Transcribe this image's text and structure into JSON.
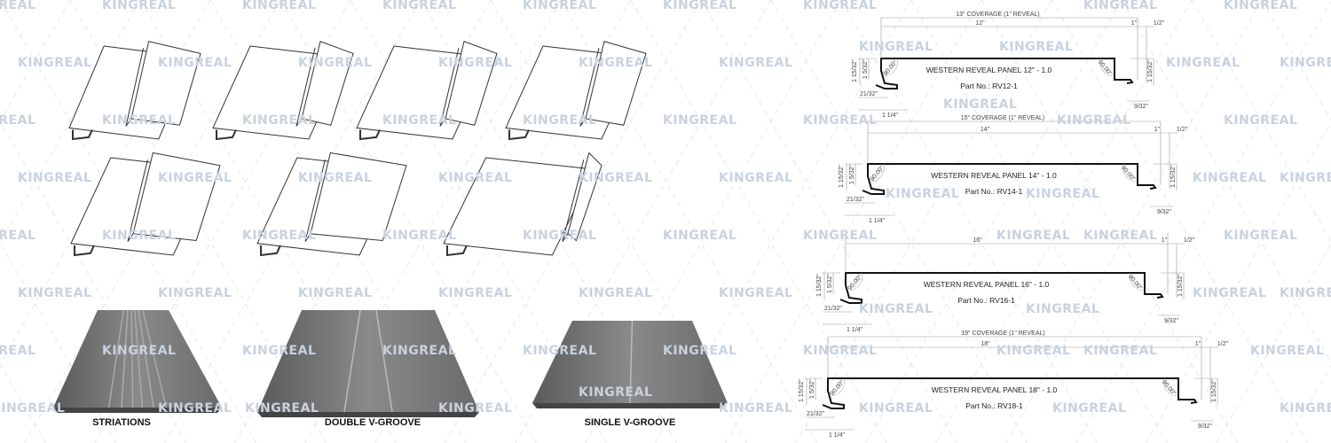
{
  "watermark": {
    "text": "KINGREAL",
    "color": "#c9d2de"
  },
  "photos": [
    {
      "label": "STRIATIONS",
      "grooves": "striations"
    },
    {
      "label": "DOUBLE V-GROOVE",
      "grooves": "double"
    },
    {
      "label": "SINGLE V-GROOVE",
      "grooves": "single"
    }
  ],
  "profiles": [
    {
      "title": "WESTERN REVEAL PANEL 12\" - 1.0",
      "part": "Part No.: RV12-1",
      "coverage": "13\" COVERAGE (1\" REVEAL)",
      "width": "12\"",
      "reveal": "1\"",
      "half": "1/2\"",
      "height_left": "1 15/32\"",
      "inner_left": "1 5/32\"",
      "height_right": "1 15/32\"",
      "hook": "21/32\"",
      "base": "1 1/4\"",
      "lip": "9/32\"",
      "angle": "90.00°"
    },
    {
      "title": "WESTERN REVEAL PANEL 14\" - 1.0",
      "part": "Part No.: RV14-1",
      "coverage": "15\" COVERAGE (1\" REVEAL)",
      "width": "14\"",
      "reveal": "1\"",
      "half": "1/2\"",
      "height_left": "1 15/32\"",
      "inner_left": "1 5/32\"",
      "height_right": "1 15/32\"",
      "hook": "21/32\"",
      "base": "1 1/4\"",
      "lip": "9/32\"",
      "angle": "90.00°"
    },
    {
      "title": "WESTERN REVEAL PANEL 16\" - 1.0",
      "part": "Part No.: RV16-1",
      "coverage": "",
      "width": "16\"",
      "reveal": "1\"",
      "half": "1/2\"",
      "height_left": "1 15/32\"",
      "inner_left": "1 5/32\"",
      "height_right": "1 15/32\"",
      "hook": "21/32\"",
      "base": "1 1/4\"",
      "lip": "9/32\"",
      "angle": "90.00°"
    },
    {
      "title": "WESTERN REVEAL PANEL 18\" - 1.0",
      "part": "Part No.: RV18-1",
      "coverage": "19\" COVERAGE (1\" REVEAL)",
      "width": "18\"",
      "reveal": "1\"",
      "half": "1/2\"",
      "height_left": "1 15/32\"",
      "inner_left": "1 5/32\"",
      "height_right": "1 15/32\"",
      "hook": "21/32\"",
      "base": "1 1/4\"",
      "lip": "9/32\"",
      "angle": "90.00°"
    }
  ]
}
